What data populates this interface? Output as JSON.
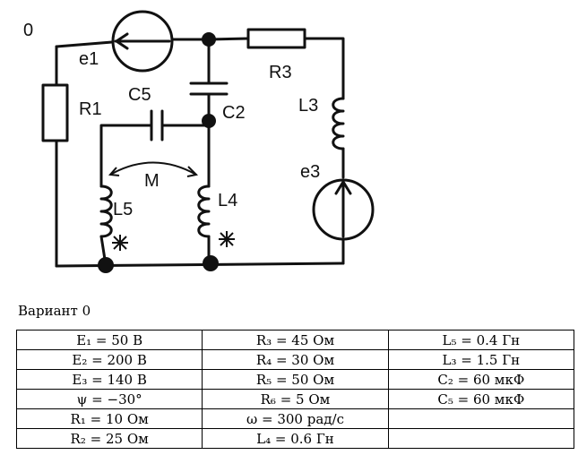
{
  "figure": {
    "variant_number": "0",
    "labels": {
      "e1": "e1",
      "e3": "e3",
      "R1": "R1",
      "R3": "R3",
      "C5": "C5",
      "C2": "C2",
      "L3": "L3",
      "L4": "L4",
      "L5": "L5",
      "M": "M"
    }
  },
  "caption": "Вариант 0",
  "table": {
    "rows": [
      [
        "E₁ = 50 В",
        "R₃ = 45 Ом",
        "L₅ = 0.4 Гн"
      ],
      [
        "E₂ = 200 В",
        "R₄ = 30 Ом",
        "L₃ = 1.5 Гн"
      ],
      [
        "E₃ = 140 В",
        "R₅ = 50 Ом",
        "C₂ = 60 мкФ"
      ],
      [
        "ψ = −30°",
        "R₆ = 5 Ом",
        "C₅ = 60 мкФ"
      ],
      [
        "R₁ = 10 Ом",
        "ω = 300 рад/с",
        ""
      ],
      [
        "R₂ = 25 Ом",
        "L₄ = 0.6 Гн",
        ""
      ]
    ]
  }
}
